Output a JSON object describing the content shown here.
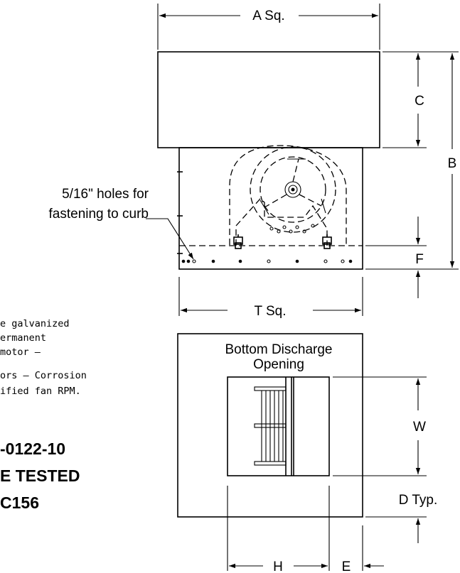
{
  "dimensions": {
    "a": "A Sq.",
    "b": "B",
    "c": "C",
    "f": "F",
    "t": "T Sq.",
    "w": "W",
    "d": "D Typ.",
    "h": "H",
    "e": "E"
  },
  "callout": {
    "line1": "5/16\" holes for",
    "line2": "fastening to curb"
  },
  "discharge": {
    "line1": "Bottom Discharge",
    "line2": "Opening"
  },
  "notes": {
    "line1": "e galvanized",
    "line2": "ermanent",
    "line3": " motor –",
    "line4": "ors – Corrosion",
    "line5": "ified fan RPM."
  },
  "certification": {
    "line1": "-0122-10",
    "line2": "E TESTED",
    "line3": "C156"
  }
}
